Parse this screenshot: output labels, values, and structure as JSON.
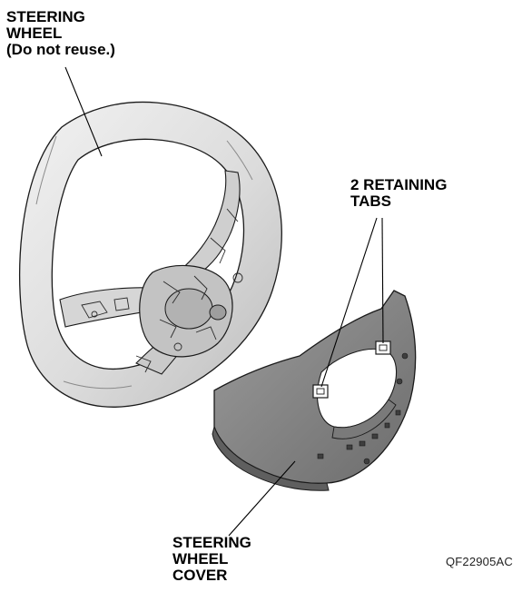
{
  "labels": {
    "steering_wheel": {
      "lines": [
        "STEERING",
        "WHEEL",
        "(Do not reuse.)"
      ]
    },
    "retaining_tabs": {
      "lines": [
        "2 RETAINING",
        "TABS"
      ]
    },
    "steering_wheel_cover": {
      "lines": [
        "STEERING",
        "WHEEL",
        "COVER"
      ]
    }
  },
  "figure_code": "QF22905AC",
  "colors": {
    "rim_fill": "#e4e4e4",
    "rim_shadow": "#b8b8b8",
    "hub_fill": "#c9c9c9",
    "cover_fill": "#8a8a8a",
    "cover_dark": "#5e5e5e",
    "line": "#1a1a1a"
  }
}
